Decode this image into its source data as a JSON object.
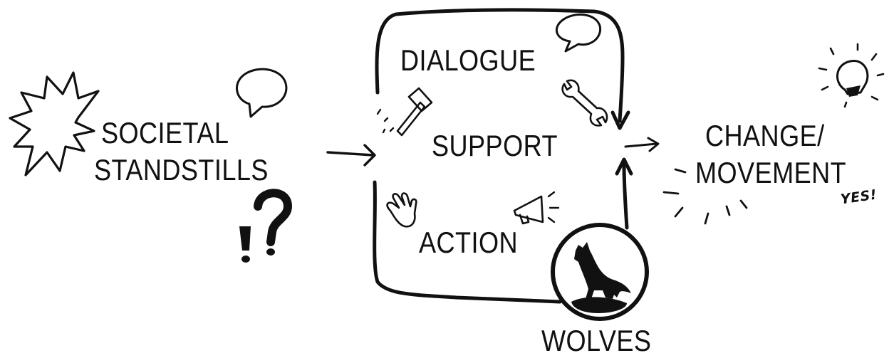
{
  "left": {
    "line1": "SOCIETAL",
    "line2": "STANDSTILLS"
  },
  "center": {
    "top": "DIALOGUE",
    "middle": "SUPPORT",
    "bottom": "ACTION"
  },
  "right": {
    "line1": "CHANGE/",
    "line2": "MOVEMENT",
    "exclaim": "YES!"
  },
  "badge": {
    "label": "WOLVES"
  },
  "colors": {
    "ink": "#111111",
    "background": "#ffffff"
  }
}
